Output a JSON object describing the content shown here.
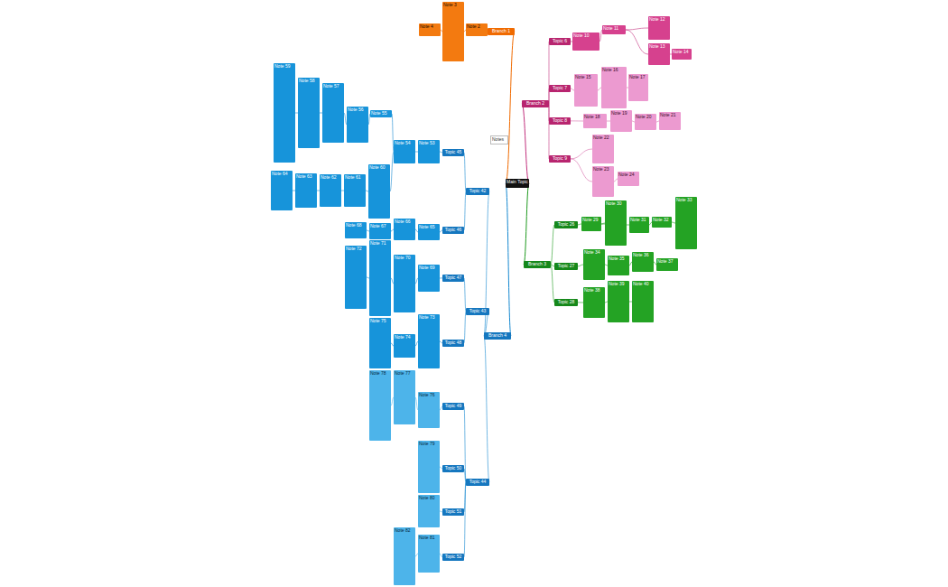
{
  "diagram": {
    "nodes": [
      {
        "text": [
          "Main Topic"
        ]
      },
      {
        "text": [
          "Branch 1"
        ]
      },
      {
        "text": [
          "Note 2"
        ]
      },
      {
        "text": [
          "Note 3"
        ]
      },
      {
        "text": [
          "Note 4"
        ]
      },
      {
        "text": [
          "Branch 2"
        ]
      },
      {
        "text": [
          "Topic 6"
        ]
      },
      {
        "text": [
          "Topic 7"
        ]
      },
      {
        "text": [
          "Topic 8"
        ]
      },
      {
        "text": [
          "Topic 9"
        ]
      },
      {
        "text": [
          "Note 10"
        ]
      },
      {
        "text": [
          "Note 11"
        ]
      },
      {
        "text": [
          "Note 12"
        ]
      },
      {
        "text": [
          "Note 13"
        ]
      },
      {
        "text": [
          "Note 14"
        ]
      },
      {
        "text": [
          "Note 15"
        ]
      },
      {
        "text": [
          "Note 16"
        ]
      },
      {
        "text": [
          "Note 17"
        ]
      },
      {
        "text": [
          "Note 18"
        ]
      },
      {
        "text": [
          "Note 19"
        ]
      },
      {
        "text": [
          "Note 20"
        ]
      },
      {
        "text": [
          "Note 21"
        ]
      },
      {
        "text": [
          "Note 22"
        ]
      },
      {
        "text": [
          "Note 23"
        ]
      },
      {
        "text": [
          "Note 24"
        ]
      },
      {
        "text": [
          "Branch 3"
        ]
      },
      {
        "text": [
          "Topic 26"
        ]
      },
      {
        "text": [
          "Topic 27"
        ]
      },
      {
        "text": [
          "Topic 28"
        ]
      },
      {
        "text": [
          "Note 29"
        ]
      },
      {
        "text": [
          "Note 30"
        ]
      },
      {
        "text": [
          "Note 31"
        ]
      },
      {
        "text": [
          "Note 32"
        ]
      },
      {
        "text": [
          "Note 33"
        ]
      },
      {
        "text": [
          "Note 34"
        ]
      },
      {
        "text": [
          "Note 35"
        ]
      },
      {
        "text": [
          "Note 36"
        ]
      },
      {
        "text": [
          "Note 37"
        ]
      },
      {
        "text": [
          "Note 38"
        ]
      },
      {
        "text": [
          "Note 39"
        ]
      },
      {
        "text": [
          "Note 40"
        ]
      },
      {
        "text": [
          "Branch 4"
        ]
      },
      {
        "text": [
          "Topic 42"
        ]
      },
      {
        "text": [
          "Topic 43"
        ]
      },
      {
        "text": [
          "Topic 44"
        ]
      },
      {
        "text": [
          "Topic 45"
        ]
      },
      {
        "text": [
          "Topic 46"
        ]
      },
      {
        "text": [
          "Topic 47"
        ]
      },
      {
        "text": [
          "Topic 48"
        ]
      },
      {
        "text": [
          "Topic 49"
        ]
      },
      {
        "text": [
          "Topic 50"
        ]
      },
      {
        "text": [
          "Topic 51"
        ]
      },
      {
        "text": [
          "Topic 52"
        ]
      },
      {
        "text": [
          "Note 53"
        ]
      },
      {
        "text": [
          "Note 54"
        ]
      },
      {
        "text": [
          "Note 55"
        ]
      },
      {
        "text": [
          "Note 56"
        ]
      },
      {
        "text": [
          "Note 57"
        ]
      },
      {
        "text": [
          "Note 58"
        ]
      },
      {
        "text": [
          "Note 59"
        ]
      },
      {
        "text": [
          "Note 60"
        ]
      },
      {
        "text": [
          "Note 61"
        ]
      },
      {
        "text": [
          "Note 62"
        ]
      },
      {
        "text": [
          "Note 63"
        ]
      },
      {
        "text": [
          "Note 64"
        ]
      },
      {
        "text": [
          "Note 65"
        ]
      },
      {
        "text": [
          "Note 66"
        ]
      },
      {
        "text": [
          "Note 67"
        ]
      },
      {
        "text": [
          "Note 68"
        ]
      },
      {
        "text": [
          "Note 69"
        ]
      },
      {
        "text": [
          "Note 70"
        ]
      },
      {
        "text": [
          "Note 71"
        ]
      },
      {
        "text": [
          "Note 72"
        ]
      },
      {
        "text": [
          "Note 73"
        ]
      },
      {
        "text": [
          "Note 74"
        ]
      },
      {
        "text": [
          "Note 75"
        ]
      },
      {
        "text": [
          "Note 76"
        ]
      },
      {
        "text": [
          "Note 77"
        ]
      },
      {
        "text": [
          "Note 78"
        ]
      },
      {
        "text": [
          "Note 79"
        ]
      },
      {
        "text": [
          "Note 80"
        ]
      },
      {
        "text": [
          "Note 81"
        ]
      },
      {
        "text": [
          "Note 82"
        ]
      }
    ],
    "edges": [
      {
        "from": 0,
        "to": 1,
        "arrow": "none"
      },
      {
        "from": 1,
        "to": 2,
        "arrow": "none"
      },
      {
        "from": 2,
        "to": 3,
        "arrow": "none"
      },
      {
        "from": 3,
        "to": 4,
        "arrow": "none"
      },
      {
        "from": 0,
        "to": 5,
        "arrow": "none"
      },
      {
        "from": 5,
        "to": 6,
        "arrow": "none"
      },
      {
        "from": 5,
        "to": 7,
        "arrow": "none"
      },
      {
        "from": 5,
        "to": 8,
        "arrow": "none"
      },
      {
        "from": 5,
        "to": 9,
        "arrow": "none"
      },
      {
        "from": 6,
        "to": 10,
        "arrow": "none"
      },
      {
        "from": 10,
        "to": 11,
        "arrow": "none"
      },
      {
        "from": 11,
        "to": 12,
        "arrow": "none"
      },
      {
        "from": 11,
        "to": 13,
        "arrow": "none"
      },
      {
        "from": 13,
        "to": 14,
        "arrow": "none"
      },
      {
        "from": 7,
        "to": 15,
        "arrow": "none"
      },
      {
        "from": 15,
        "to": 16,
        "arrow": "none"
      },
      {
        "from": 16,
        "to": 17,
        "arrow": "none"
      },
      {
        "from": 8,
        "to": 18,
        "arrow": "none"
      },
      {
        "from": 18,
        "to": 19,
        "arrow": "none"
      },
      {
        "from": 19,
        "to": 20,
        "arrow": "none"
      },
      {
        "from": 20,
        "to": 21,
        "arrow": "none"
      },
      {
        "from": 9,
        "to": 22,
        "arrow": "none"
      },
      {
        "from": 9,
        "to": 23,
        "arrow": "none"
      },
      {
        "from": 23,
        "to": 24,
        "arrow": "none"
      },
      {
        "from": 0,
        "to": 25,
        "arrow": "none"
      },
      {
        "from": 25,
        "to": 26,
        "arrow": "none"
      },
      {
        "from": 25,
        "to": 27,
        "arrow": "none"
      },
      {
        "from": 25,
        "to": 28,
        "arrow": "none"
      },
      {
        "from": 26,
        "to": 29,
        "arrow": "none"
      },
      {
        "from": 29,
        "to": 30,
        "arrow": "none"
      },
      {
        "from": 29,
        "to": 31,
        "arrow": "none"
      },
      {
        "from": 31,
        "to": 32,
        "arrow": "none"
      },
      {
        "from": 32,
        "to": 33,
        "arrow": "none"
      },
      {
        "from": 27,
        "to": 34,
        "arrow": "none"
      },
      {
        "from": 34,
        "to": 35,
        "arrow": "none"
      },
      {
        "from": 35,
        "to": 36,
        "arrow": "none"
      },
      {
        "from": 36,
        "to": 37,
        "arrow": "none"
      },
      {
        "from": 28,
        "to": 38,
        "arrow": "none"
      },
      {
        "from": 38,
        "to": 39,
        "arrow": "none"
      },
      {
        "from": 39,
        "to": 40,
        "arrow": "none"
      },
      {
        "from": 0,
        "to": 41,
        "arrow": "none"
      },
      {
        "from": 41,
        "to": 42,
        "arrow": "none"
      },
      {
        "from": 41,
        "to": 43,
        "arrow": "none"
      },
      {
        "from": 41,
        "to": 44,
        "arrow": "none"
      },
      {
        "from": 42,
        "to": 45,
        "arrow": "none"
      },
      {
        "from": 42,
        "to": 46,
        "arrow": "none"
      },
      {
        "from": 43,
        "to": 47,
        "arrow": "none"
      },
      {
        "from": 43,
        "to": 48,
        "arrow": "none"
      },
      {
        "from": 44,
        "to": 49,
        "arrow": "none"
      },
      {
        "from": 44,
        "to": 50,
        "arrow": "none"
      },
      {
        "from": 44,
        "to": 51,
        "arrow": "none"
      },
      {
        "from": 44,
        "to": 52,
        "arrow": "none"
      },
      {
        "from": 45,
        "to": 53,
        "arrow": "none"
      },
      {
        "from": 53,
        "to": 54,
        "arrow": "none"
      },
      {
        "from": 54,
        "to": 55,
        "arrow": "none"
      },
      {
        "from": 55,
        "to": 56,
        "arrow": "none"
      },
      {
        "from": 56,
        "to": 57,
        "arrow": "none"
      },
      {
        "from": 57,
        "to": 58,
        "arrow": "none"
      },
      {
        "from": 58,
        "to": 59,
        "arrow": "none"
      },
      {
        "from": 54,
        "to": 60,
        "arrow": "none"
      },
      {
        "from": 60,
        "to": 61,
        "arrow": "none"
      },
      {
        "from": 61,
        "to": 62,
        "arrow": "none"
      },
      {
        "from": 62,
        "to": 63,
        "arrow": "none"
      },
      {
        "from": 63,
        "to": 64,
        "arrow": "none"
      },
      {
        "from": 46,
        "to": 65,
        "arrow": "none"
      },
      {
        "from": 65,
        "to": 66,
        "arrow": "none"
      },
      {
        "from": 66,
        "to": 67,
        "arrow": "none"
      },
      {
        "from": 67,
        "to": 68,
        "arrow": "none"
      },
      {
        "from": 47,
        "to": 69,
        "arrow": "none"
      },
      {
        "from": 69,
        "to": 70,
        "arrow": "none"
      },
      {
        "from": 70,
        "to": 71,
        "arrow": "none"
      },
      {
        "from": 71,
        "to": 72,
        "arrow": "none"
      },
      {
        "from": 48,
        "to": 73,
        "arrow": "none"
      },
      {
        "from": 73,
        "to": 74,
        "arrow": "none"
      },
      {
        "from": 74,
        "to": 75,
        "arrow": "none"
      },
      {
        "from": 49,
        "to": 76,
        "arrow": "none"
      },
      {
        "from": 76,
        "to": 77,
        "arrow": "none"
      },
      {
        "from": 77,
        "to": 78,
        "arrow": "none"
      },
      {
        "from": 50,
        "to": 79,
        "arrow": "none"
      },
      {
        "from": 51,
        "to": 80,
        "arrow": "none"
      },
      {
        "from": 52,
        "to": 81,
        "arrow": "none"
      },
      {
        "from": 81,
        "to": 82,
        "arrow": "none"
      }
    ],
    "labels": [
      "Notes"
    ]
  }
}
